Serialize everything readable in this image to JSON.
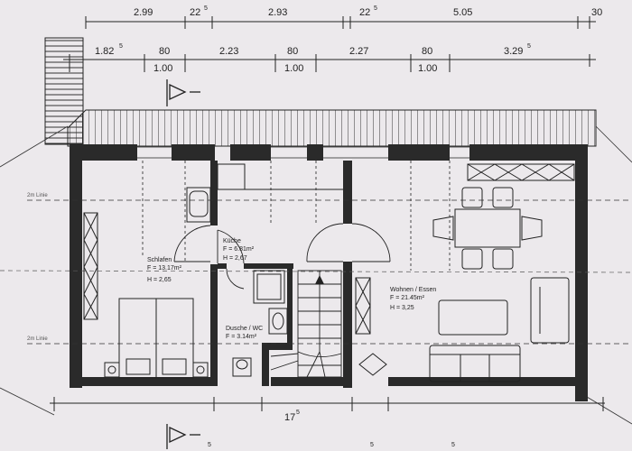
{
  "dimensions": {
    "top": [
      "2.99",
      "22",
      "2.93",
      "22",
      "5.05",
      "30"
    ],
    "top_sup": [
      "5",
      "5"
    ],
    "second_row": [
      "1.82",
      "80",
      "2.23",
      "80",
      "2.27",
      "80",
      "3.29"
    ],
    "second_sup": [
      "5",
      "5"
    ],
    "window_heights": [
      "1.00",
      "1.00",
      "1.00"
    ],
    "bottom": "17",
    "bottom_sup": "5",
    "bottom_fragments": [
      "5",
      "5",
      "5"
    ]
  },
  "lines": {
    "upper": "2m Linie",
    "lower": "2m Linie"
  },
  "rooms": [
    {
      "name": "Schlafen",
      "area": "F = 13.17m²",
      "height": "H = 2,65"
    },
    {
      "name": "Küche",
      "area": "F = 6.81m²",
      "height": "H = 2,67"
    },
    {
      "name": "Dusche / WC",
      "area": "F = 3.14m²",
      "height": ""
    },
    {
      "name": "Wohnen / Essen",
      "area": "F = 21.45m²",
      "height": "H = 3,25"
    }
  ],
  "colors": {
    "paper": "#ece9ec",
    "ink": "#222222",
    "wall": "#2a2a2a"
  },
  "icons": [
    "section-marker-icon",
    "section-marker-icon"
  ]
}
